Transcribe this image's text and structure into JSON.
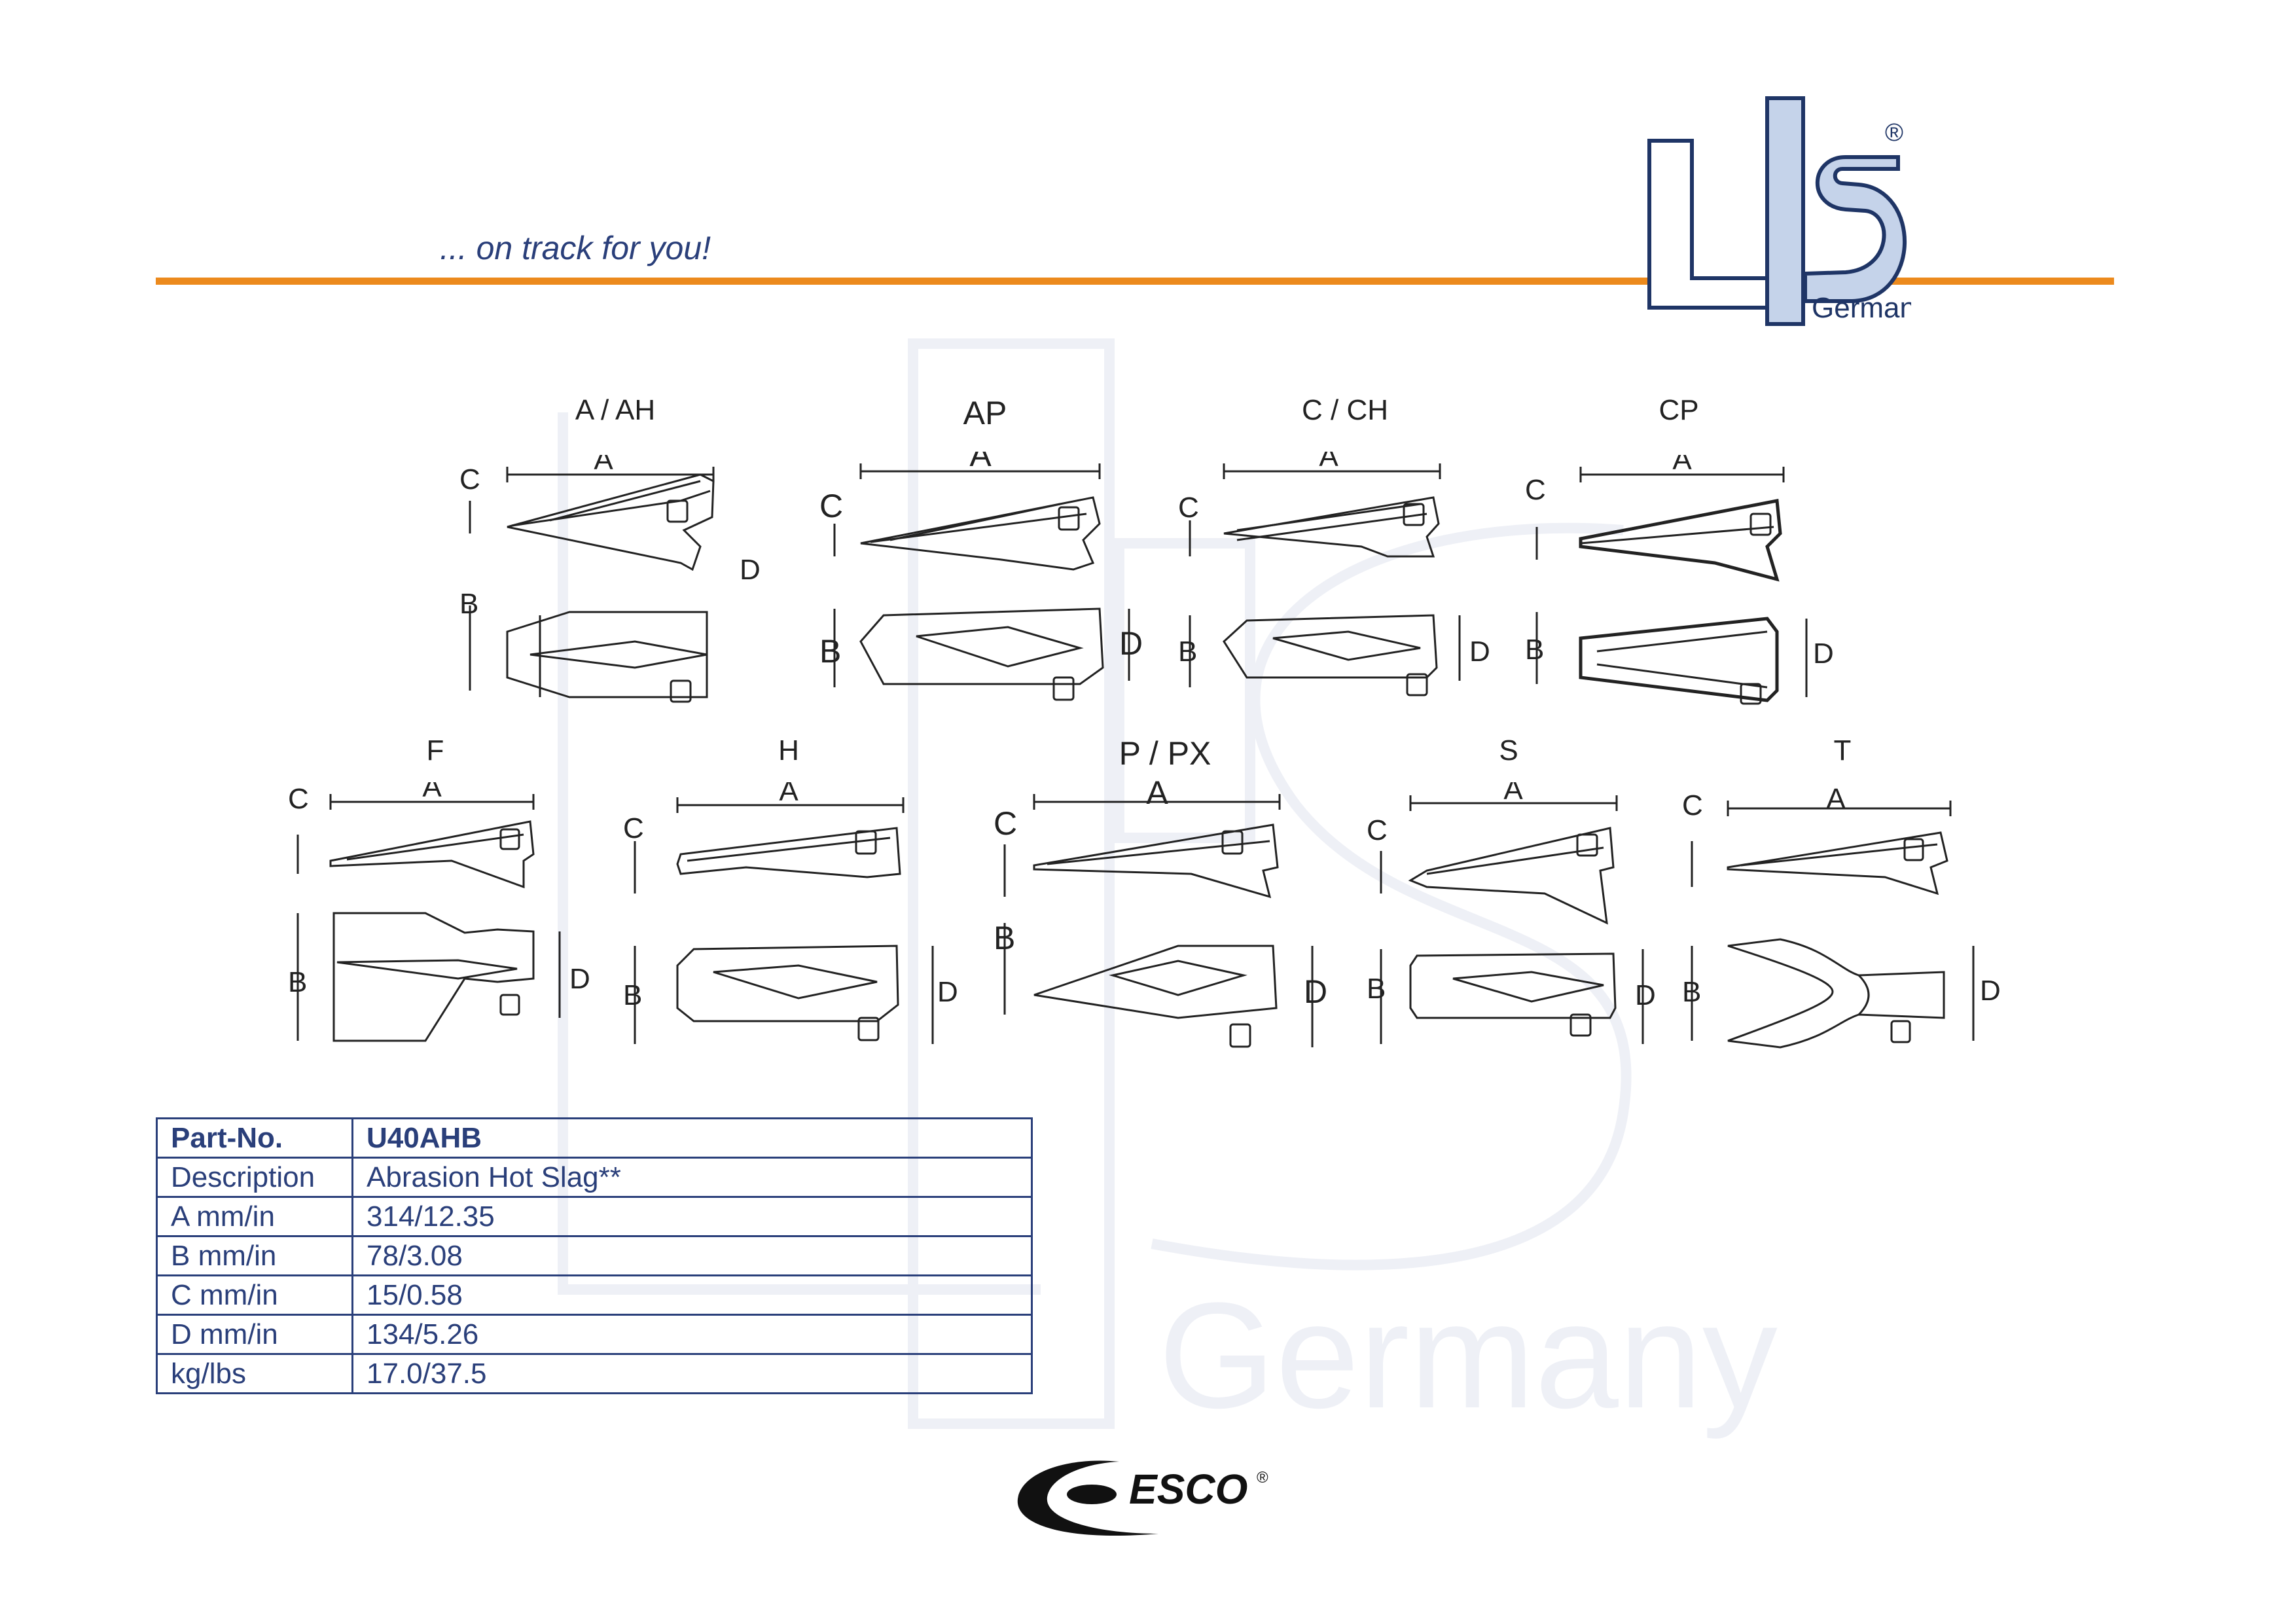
{
  "header": {
    "tagline": "... on track for you!",
    "logo": {
      "text": "LIS",
      "registered": "®",
      "subtitle": "Germany"
    }
  },
  "watermark": {
    "text": "Germany"
  },
  "variants": [
    {
      "code": "A / AH",
      "dims": [
        "A",
        "B",
        "C",
        "D"
      ]
    },
    {
      "code": "AP",
      "dims": [
        "A",
        "B",
        "C",
        "D"
      ]
    },
    {
      "code": "C / CH",
      "dims": [
        "A",
        "B",
        "C",
        "D"
      ]
    },
    {
      "code": "CP",
      "dims": [
        "A",
        "B",
        "C",
        "D"
      ]
    },
    {
      "code": "F",
      "dims": [
        "A",
        "B",
        "C",
        "D"
      ]
    },
    {
      "code": "H",
      "dims": [
        "A",
        "B",
        "C",
        "D"
      ]
    },
    {
      "code": "P / PX",
      "dims": [
        "A",
        "B",
        "C",
        "D"
      ]
    },
    {
      "code": "S",
      "dims": [
        "A",
        "B",
        "C",
        "D"
      ]
    },
    {
      "code": "T",
      "dims": [
        "A",
        "B",
        "C",
        "D"
      ]
    }
  ],
  "spec_table": {
    "rows": [
      {
        "label": "Part-No.",
        "value": "U40AHB"
      },
      {
        "label": "Description",
        "value": "Abrasion Hot Slag**"
      },
      {
        "label": "A mm/in",
        "value": "314/12.35"
      },
      {
        "label": "B mm/in",
        "value": "78/3.08"
      },
      {
        "label": "C mm/in",
        "value": "15/0.58"
      },
      {
        "label": "D mm/in",
        "value": "134/5.26"
      },
      {
        "label": "kg/lbs",
        "value": "17.0/37.5"
      }
    ]
  },
  "footer": {
    "brand": "ESCO",
    "registered": "®"
  },
  "colors": {
    "accent_orange": "#ec8a1d",
    "brand_navy": "#1f3566",
    "text_blue": "#2a3f7a",
    "logo_light_blue": "#c5d3ea"
  }
}
